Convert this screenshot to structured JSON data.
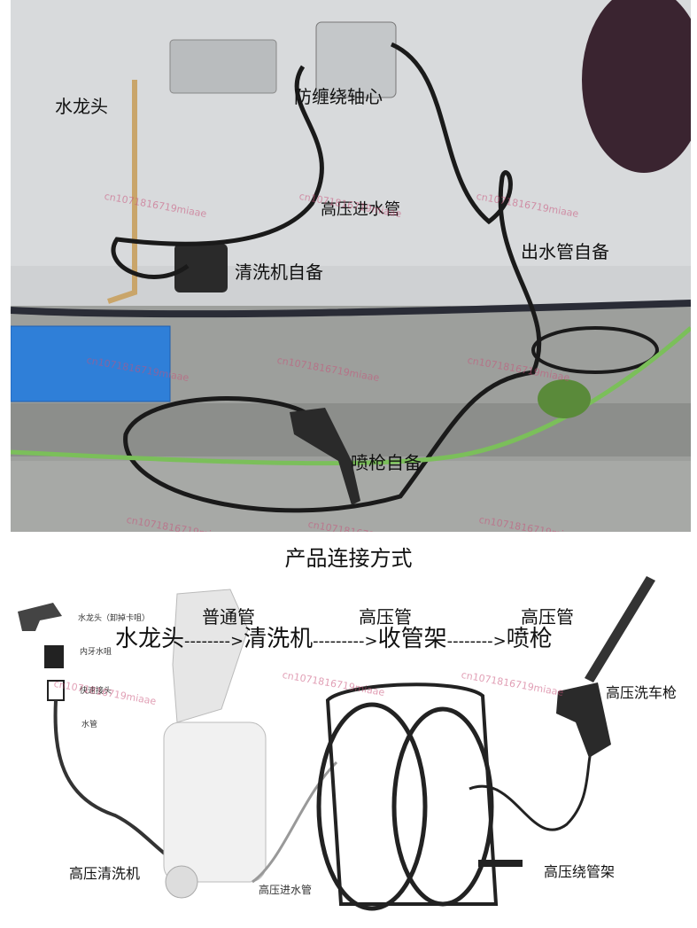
{
  "photo": {
    "labels": {
      "faucet": "水龙头",
      "anti_tangle": "防缠绕轴心",
      "hp_inlet": "高压进水管",
      "washer_self": "清洗机自备",
      "outlet_self": "出水管自备",
      "gun_self": "喷枪自备"
    }
  },
  "diagram": {
    "title": "产品连接方式",
    "flow": {
      "faucet": "水龙头",
      "arrow1": "-------->",
      "washer": "清洗机",
      "arrow2": "--------->",
      "rack": "收管架",
      "arrow3": "-------->",
      "gun": "喷枪"
    },
    "pipes": {
      "normal": "普通管",
      "hp1": "高压管",
      "hp2": "高压管"
    },
    "parts": {
      "faucet_note": "水龙头（卸掉卡咀）",
      "inner_tooth": "内牙水咀",
      "quick_joint": "快速接头",
      "water_pipe": "水管"
    },
    "components": {
      "car_gun": "高压洗车枪",
      "washer_name": "高压清洗机",
      "inlet_pipe": "高压进水管",
      "reel": "高压绕管架"
    },
    "watermark": "cn1071816719miaae"
  },
  "colors": {
    "wall": "#d9dcde",
    "ground": "#9a9c9a",
    "crate": "#2f7fd8",
    "green_hose": "#7bbf5a",
    "hose": "#1a1a1a"
  }
}
